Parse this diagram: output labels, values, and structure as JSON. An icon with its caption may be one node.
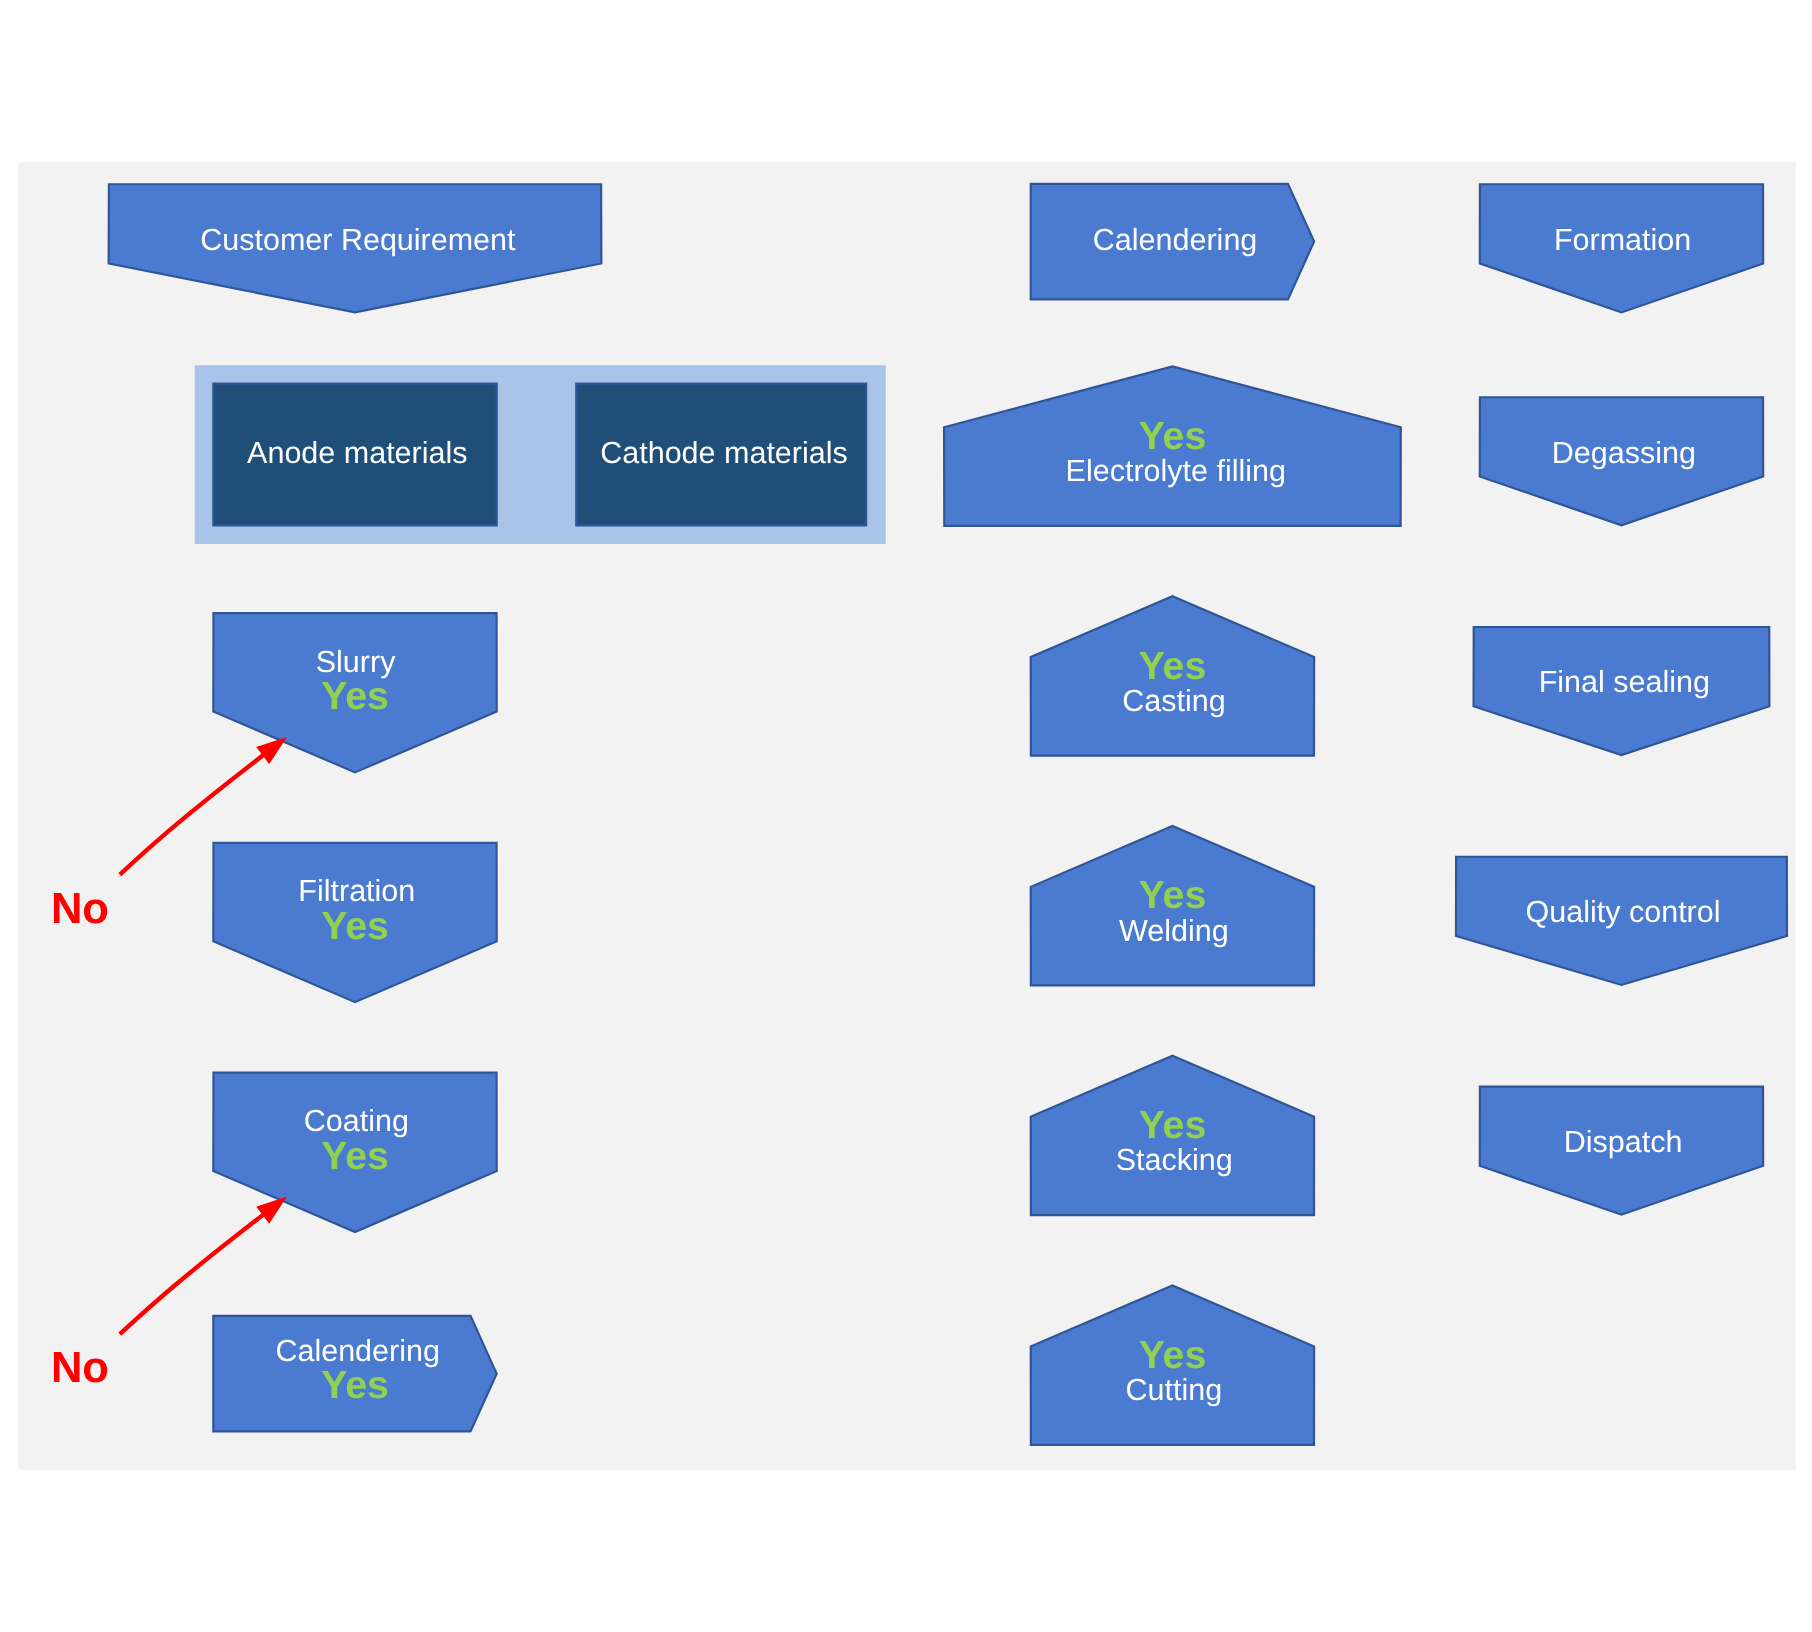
{
  "diagram": {
    "nodes": [
      {
        "text": [
          "Customer Requirement"
        ]
      },
      {
        "text": [],
        "shape": "box"
      },
      {
        "text": [
          "Anode materials"
        ],
        "in": 1
      },
      {
        "text": [
          "Cathode materials"
        ],
        "in": 1
      },
      {
        "text": [
          "Slurry",
          "Yes"
        ]
      },
      {
        "text": [
          "Filtration",
          "Yes"
        ]
      },
      {
        "text": [
          "Coating",
          "Yes"
        ]
      },
      {
        "text": [
          "Calendering",
          "Yes"
        ]
      },
      {
        "text": [
          "Yes",
          "Cutting"
        ]
      },
      {
        "text": [
          "Yes",
          "Stacking"
        ]
      },
      {
        "text": [
          "Yes",
          "Welding"
        ]
      },
      {
        "text": [
          "Yes",
          "Casting"
        ]
      },
      {
        "text": [
          "Yes",
          "Electrolyte filling"
        ]
      },
      {
        "text": [
          "Calendering"
        ]
      },
      {
        "text": [
          "Formation"
        ]
      },
      {
        "text": [
          "Degassing"
        ]
      },
      {
        "text": [
          "Final sealing"
        ]
      },
      {
        "text": [
          "Quality control"
        ]
      },
      {
        "text": [
          "Dispatch"
        ]
      },
      {
        "text": [
          "No"
        ]
      },
      {
        "text": [
          "No"
        ]
      }
    ],
    "edges": [
      {
        "from": 19,
        "to": 4,
        "arrow": "to",
        "color": "#ff0000"
      },
      {
        "from": 20,
        "to": 6,
        "arrow": "to",
        "color": "#ff0000"
      }
    ]
  }
}
